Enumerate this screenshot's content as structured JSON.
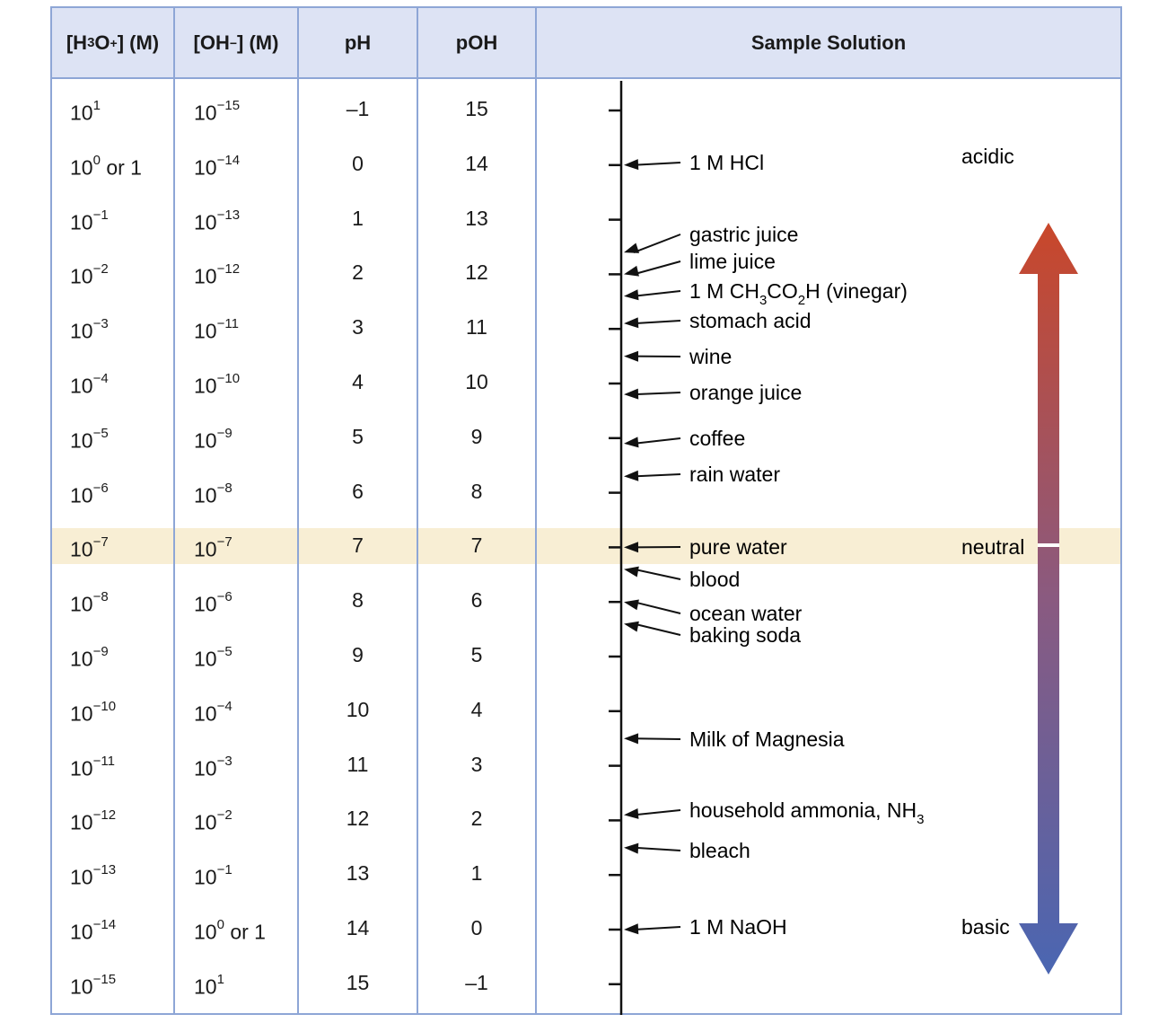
{
  "headers": {
    "h3o_main": "[H",
    "h3o_sub": "3",
    "h3o_mid": "O",
    "h3o_sup": "+",
    "h3o_end": "] (M)",
    "oh_start": "[OH",
    "oh_sup": "−",
    "oh_end": "] (M)",
    "ph": "pH",
    "poh": "pOH",
    "sample": "Sample Solution"
  },
  "rows": [
    {
      "h3o_base": "10",
      "h3o_exp": "1",
      "h3o_tail": "",
      "oh_base": "10",
      "oh_exp": "−15",
      "oh_tail": "",
      "ph": "–1",
      "poh": "15"
    },
    {
      "h3o_base": "10",
      "h3o_exp": "0",
      "h3o_tail": " or 1",
      "oh_base": "10",
      "oh_exp": "−14",
      "oh_tail": "",
      "ph": "0",
      "poh": "14"
    },
    {
      "h3o_base": "10",
      "h3o_exp": "−1",
      "h3o_tail": "",
      "oh_base": "10",
      "oh_exp": "−13",
      "oh_tail": "",
      "ph": "1",
      "poh": "13"
    },
    {
      "h3o_base": "10",
      "h3o_exp": "−2",
      "h3o_tail": "",
      "oh_base": "10",
      "oh_exp": "−12",
      "oh_tail": "",
      "ph": "2",
      "poh": "12"
    },
    {
      "h3o_base": "10",
      "h3o_exp": "−3",
      "h3o_tail": "",
      "oh_base": "10",
      "oh_exp": "−11",
      "oh_tail": "",
      "ph": "3",
      "poh": "11"
    },
    {
      "h3o_base": "10",
      "h3o_exp": "−4",
      "h3o_tail": "",
      "oh_base": "10",
      "oh_exp": "−10",
      "oh_tail": "",
      "ph": "4",
      "poh": "10"
    },
    {
      "h3o_base": "10",
      "h3o_exp": "−5",
      "h3o_tail": "",
      "oh_base": "10",
      "oh_exp": "−9",
      "oh_tail": "",
      "ph": "5",
      "poh": "9"
    },
    {
      "h3o_base": "10",
      "h3o_exp": "−6",
      "h3o_tail": "",
      "oh_base": "10",
      "oh_exp": "−8",
      "oh_tail": "",
      "ph": "6",
      "poh": "8"
    },
    {
      "h3o_base": "10",
      "h3o_exp": "−7",
      "h3o_tail": "",
      "oh_base": "10",
      "oh_exp": "−7",
      "oh_tail": "",
      "ph": "7",
      "poh": "7"
    },
    {
      "h3o_base": "10",
      "h3o_exp": "−8",
      "h3o_tail": "",
      "oh_base": "10",
      "oh_exp": "−6",
      "oh_tail": "",
      "ph": "8",
      "poh": "6"
    },
    {
      "h3o_base": "10",
      "h3o_exp": "−9",
      "h3o_tail": "",
      "oh_base": "10",
      "oh_exp": "−5",
      "oh_tail": "",
      "ph": "9",
      "poh": "5"
    },
    {
      "h3o_base": "10",
      "h3o_exp": "−10",
      "h3o_tail": "",
      "oh_base": "10",
      "oh_exp": "−4",
      "oh_tail": "",
      "ph": "10",
      "poh": "4"
    },
    {
      "h3o_base": "10",
      "h3o_exp": "−11",
      "h3o_tail": "",
      "oh_base": "10",
      "oh_exp": "−3",
      "oh_tail": "",
      "ph": "11",
      "poh": "3"
    },
    {
      "h3o_base": "10",
      "h3o_exp": "−12",
      "h3o_tail": "",
      "oh_base": "10",
      "oh_exp": "−2",
      "oh_tail": "",
      "ph": "12",
      "poh": "2"
    },
    {
      "h3o_base": "10",
      "h3o_exp": "−13",
      "h3o_tail": "",
      "oh_base": "10",
      "oh_exp": "−1",
      "oh_tail": "",
      "ph": "13",
      "poh": "1"
    },
    {
      "h3o_base": "10",
      "h3o_exp": "−14",
      "h3o_tail": "",
      "oh_base": "10",
      "oh_exp": "0",
      "oh_tail": " or 1",
      "ph": "14",
      "poh": "0"
    },
    {
      "h3o_base": "10",
      "h3o_exp": "−15",
      "h3o_tail": "",
      "oh_base": "10",
      "oh_exp": "1",
      "oh_tail": "",
      "ph": "15",
      "poh": "–1"
    }
  ],
  "samples": [
    {
      "ph": 0.0,
      "parts": [
        {
          "t": "1 M HCl"
        }
      ]
    },
    {
      "ph": 1.6,
      "parts": [
        {
          "t": "gastric juice"
        }
      ]
    },
    {
      "ph": 2.0,
      "parts": [
        {
          "t": "lime juice"
        }
      ]
    },
    {
      "ph": 2.4,
      "parts": [
        {
          "t": "1 M CH"
        },
        {
          "t": "3",
          "sub": true
        },
        {
          "t": "CO"
        },
        {
          "t": "2",
          "sub": true
        },
        {
          "t": "H (vinegar)"
        }
      ]
    },
    {
      "ph": 2.9,
      "parts": [
        {
          "t": "stomach acid"
        }
      ]
    },
    {
      "ph": 3.5,
      "parts": [
        {
          "t": "wine"
        }
      ]
    },
    {
      "ph": 4.2,
      "parts": [
        {
          "t": "orange juice"
        }
      ]
    },
    {
      "ph": 5.1,
      "parts": [
        {
          "t": "coffee"
        }
      ]
    },
    {
      "ph": 5.7,
      "parts": [
        {
          "t": "rain water"
        }
      ]
    },
    {
      "ph": 7.0,
      "parts": [
        {
          "t": "pure water"
        }
      ]
    },
    {
      "ph": 7.4,
      "parts": [
        {
          "t": "blood"
        }
      ]
    },
    {
      "ph": 8.0,
      "parts": [
        {
          "t": "ocean water"
        }
      ]
    },
    {
      "ph": 8.4,
      "parts": [
        {
          "t": "baking soda"
        }
      ]
    },
    {
      "ph": 10.5,
      "parts": [
        {
          "t": "Milk of Magnesia"
        }
      ]
    },
    {
      "ph": 11.9,
      "parts": [
        {
          "t": "household ammonia, NH"
        },
        {
          "t": "3",
          "sub": true
        }
      ]
    },
    {
      "ph": 12.5,
      "parts": [
        {
          "t": "bleach"
        }
      ]
    },
    {
      "ph": 14.0,
      "parts": [
        {
          "t": "1 M NaOH"
        }
      ]
    }
  ],
  "scale_labels": {
    "acidic": "acidic",
    "neutral": "neutral",
    "basic": "basic"
  },
  "colors": {
    "header_bg": "#dde3f4",
    "border": "#8ea6d6",
    "neutral_band": "#f8eed4",
    "acid_arrow": "#c9472a",
    "base_arrow": "#4a66b2"
  }
}
